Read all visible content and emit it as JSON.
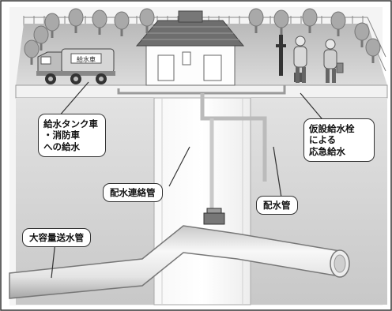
{
  "labels": {
    "tanker": [
      "給水タンク車",
      "・消防車",
      "への給水"
    ],
    "hydrant": [
      "仮設給水栓",
      "による",
      "応急給水"
    ],
    "connecting_pipe": "配水連絡管",
    "distribution_pipe": "配水管",
    "main_pipe": "大容量送水管"
  },
  "truck_sign": "給水車"
}
